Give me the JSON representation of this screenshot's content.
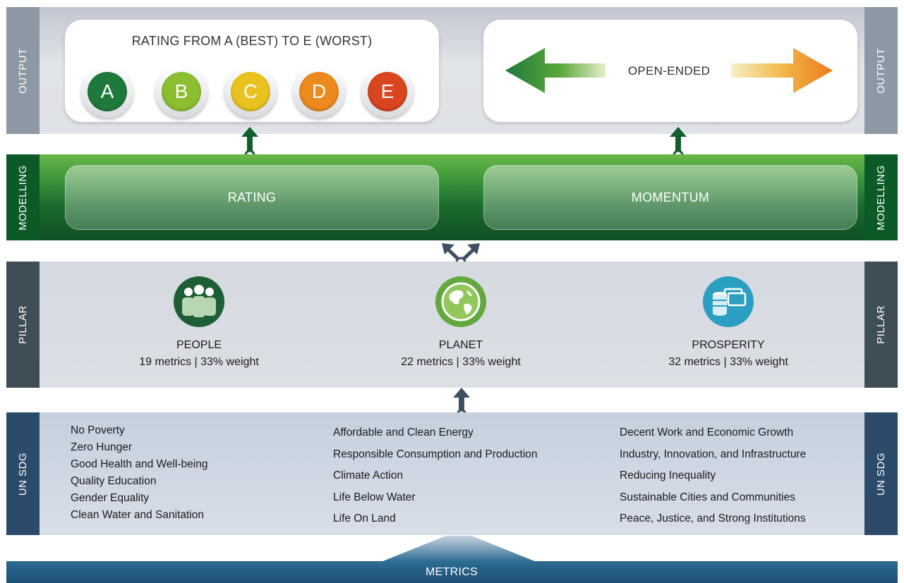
{
  "output": {
    "side_label": "OUTPUT",
    "rating_title": "RATING FROM A (BEST) TO E (WORST)",
    "grades": [
      {
        "letter": "A",
        "color": "#1e7a3c"
      },
      {
        "letter": "B",
        "color": "#8cbe2f"
      },
      {
        "letter": "C",
        "color": "#e8c21f"
      },
      {
        "letter": "D",
        "color": "#ec8a1d"
      },
      {
        "letter": "E",
        "color": "#d9451e"
      }
    ],
    "open_ended_label": "OPEN-ENDED",
    "arrow_colors": {
      "left": "#1e7a3c",
      "right": "#ec7a1d"
    }
  },
  "modelling": {
    "side_label": "MODELLING",
    "rating_label": "RATING",
    "momentum_label": "MOMENTUM"
  },
  "pillar": {
    "side_label": "PILLAR",
    "items": [
      {
        "name": "PEOPLE",
        "meta": "19 metrics  |  33% weight",
        "icon": "people-icon",
        "color": "#1d5e36"
      },
      {
        "name": "PLANET",
        "meta": "22 metrics  |  33% weight",
        "icon": "globe-icon",
        "color": "#62a83c"
      },
      {
        "name": "PROSPERITY",
        "meta": "32 metrics  |  33% weight",
        "icon": "coins-icon",
        "color": "#2a9fc2"
      }
    ]
  },
  "sdg": {
    "side_label": "UN SDG",
    "columns": [
      [
        "No Poverty",
        "Zero Hunger",
        "Good Health and Well-being",
        "Quality Education",
        "Gender Equality",
        "Clean Water and Sanitation"
      ],
      [
        "Affordable and Clean Energy",
        "Responsible Consumption and Production",
        "Climate Action",
        "Life Below Water",
        "Life On Land"
      ],
      [
        "Decent Work and Economic Growth",
        "Industry, Innovation, and Infrastructure",
        "Reducing Inequality",
        "Sustainable Cities and Communities",
        "Peace, Justice, and Strong Institutions"
      ]
    ]
  },
  "metrics": {
    "label": "METRICS"
  }
}
